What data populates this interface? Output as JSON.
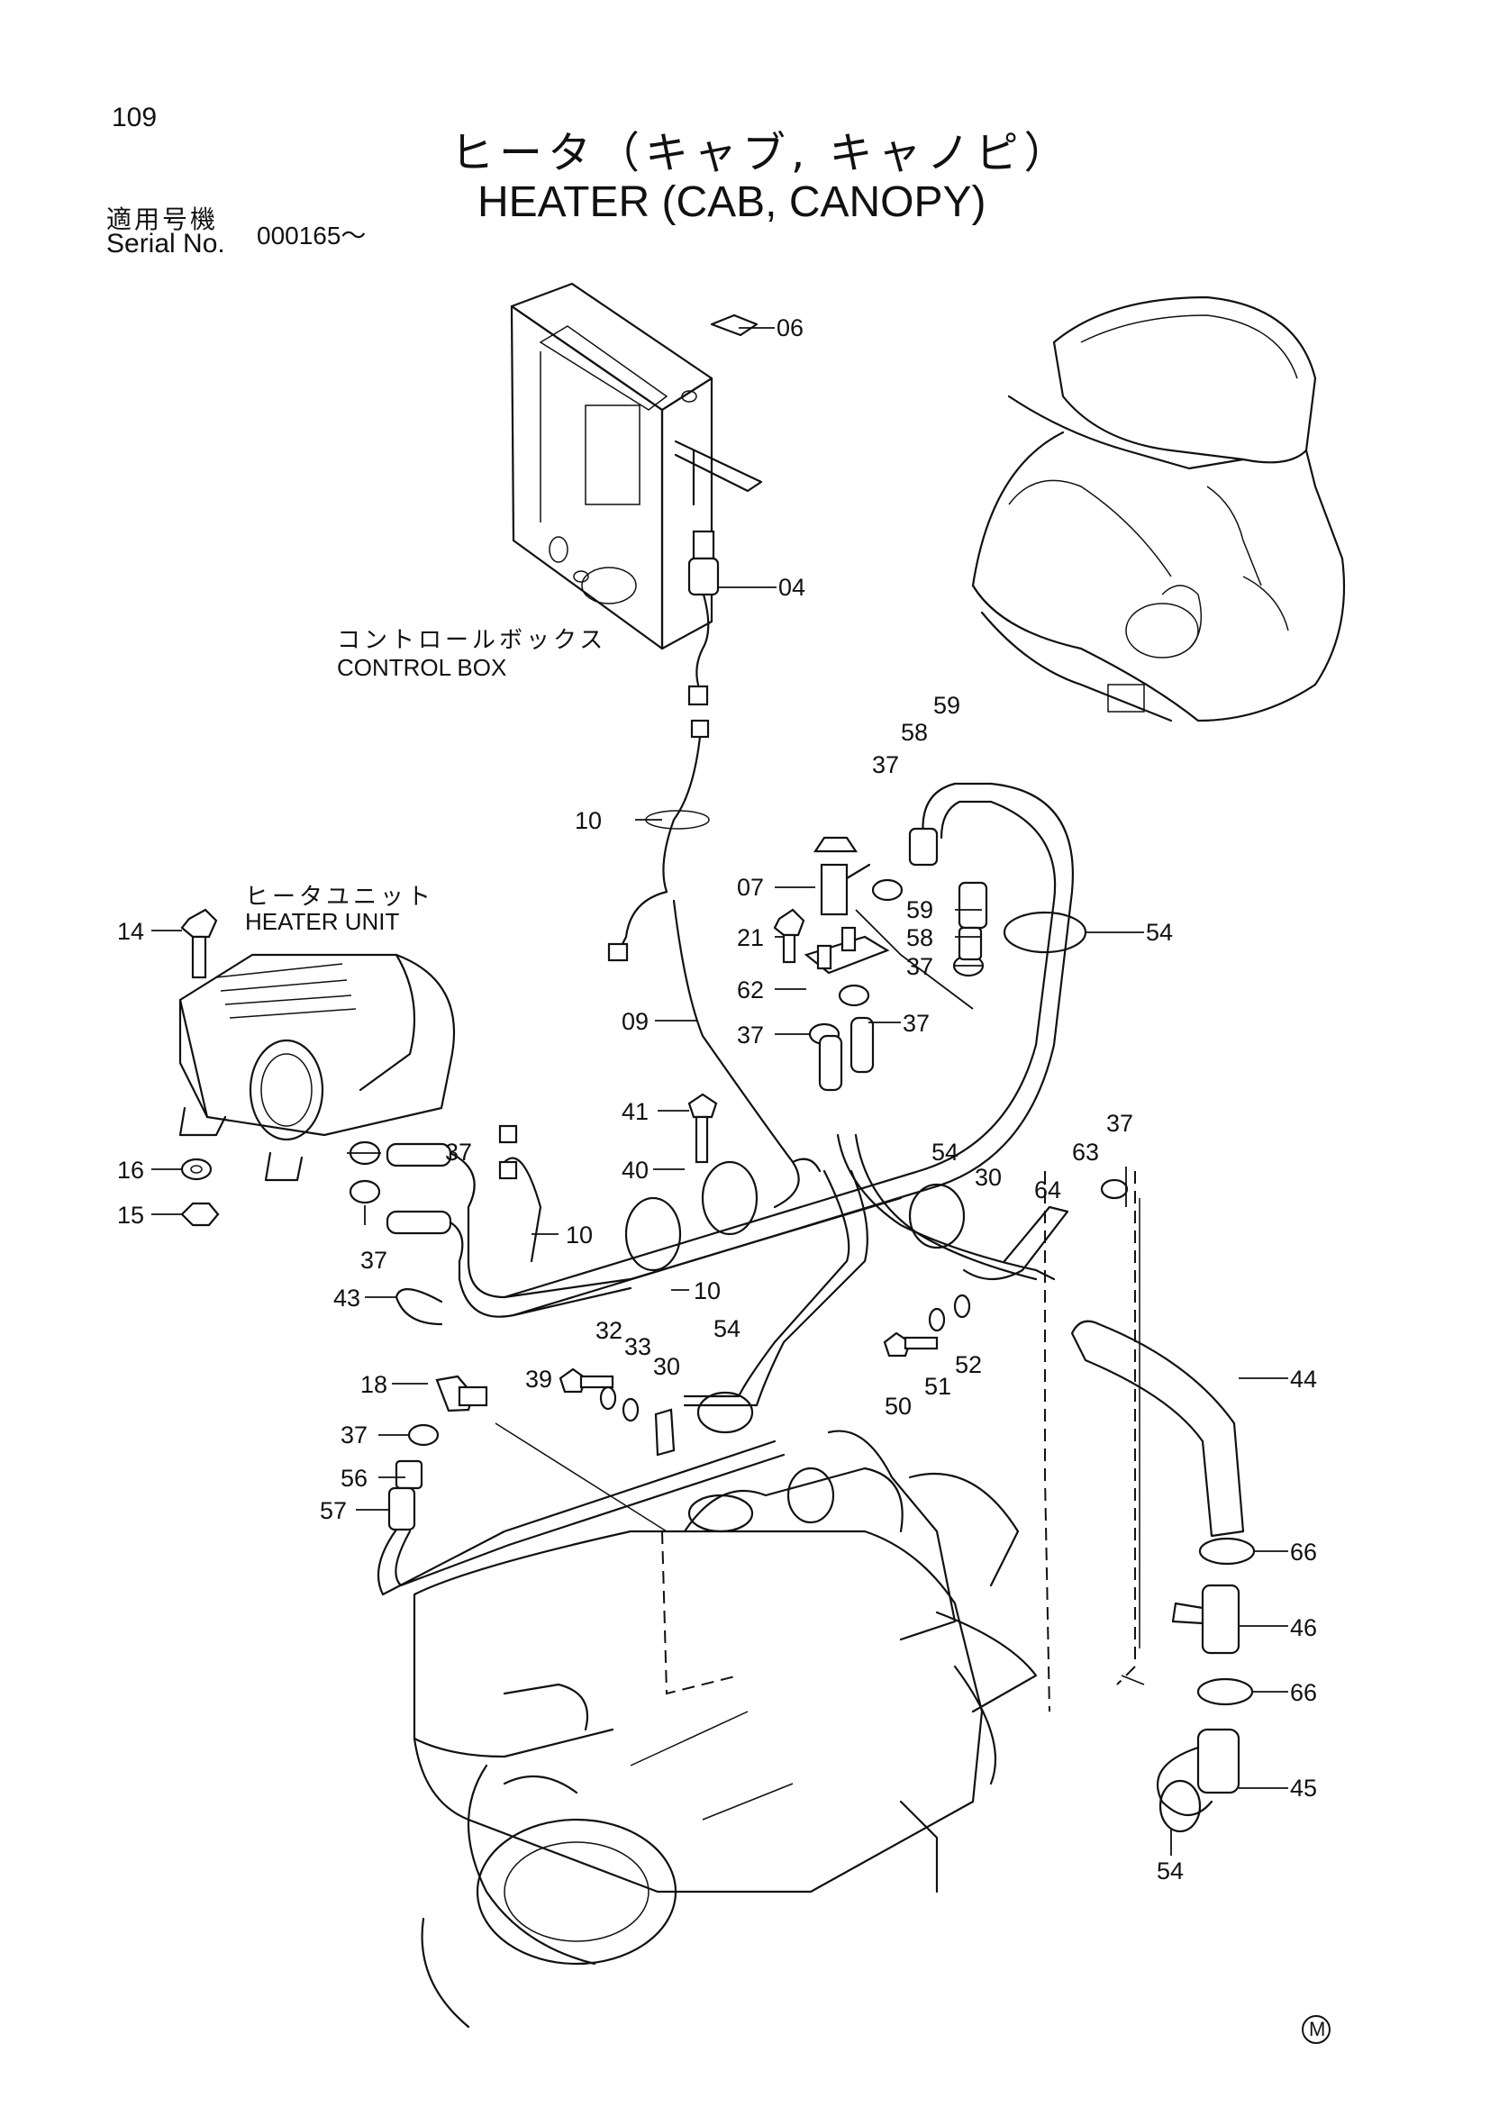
{
  "header": {
    "page_number": "109",
    "title_jp": "ヒータ（キャブ, キャノピ）",
    "title_en": "HEATER (CAB, CANOPY)",
    "serial_label_jp": "適用号機",
    "serial_label_en": "Serial No.",
    "serial_value": "000165～"
  },
  "labels": {
    "control_box_jp": "コントロールボックス",
    "control_box_en": "CONTROL BOX",
    "heater_unit_jp": "ヒータユニット",
    "heater_unit_en": "HEATER UNIT"
  },
  "callouts": {
    "c06": "06",
    "c04": "04",
    "c59a": "59",
    "c58a": "58",
    "c37a": "37",
    "c10a": "10",
    "c07": "07",
    "c54a": "54",
    "c59b": "59",
    "c58b": "58",
    "c37b": "37",
    "c14": "14",
    "c21": "21",
    "c62": "62",
    "c37c": "37",
    "c09": "09",
    "c37d": "37",
    "c41": "41",
    "c37e": "37",
    "c37f": "37",
    "c54b": "54",
    "c30a": "30",
    "c63": "63",
    "c40": "40",
    "c16": "16",
    "c64": "64",
    "c15": "15",
    "c10b": "10",
    "c37g": "37",
    "c10c": "10",
    "c43": "43",
    "c32": "32",
    "c33": "33",
    "c30b": "30",
    "c54c": "54",
    "c52": "52",
    "c51": "51",
    "c50": "50",
    "c18": "18",
    "c39": "39",
    "c44": "44",
    "c37h": "37",
    "c56": "56",
    "c57": "57",
    "c66a": "66",
    "c46": "46",
    "c66b": "66",
    "c45": "45",
    "c54d": "54"
  },
  "footer": {
    "mark": "M"
  }
}
